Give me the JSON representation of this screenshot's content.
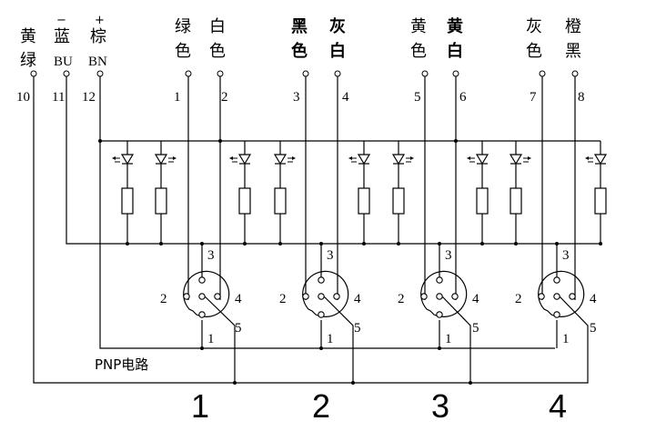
{
  "terminals": [
    {
      "sign": "",
      "line1": "黄",
      "line2": "绿",
      "num": "10",
      "bold": false
    },
    {
      "sign": "−",
      "line1": "蓝",
      "line2": "BU",
      "num": "11",
      "bold": false
    },
    {
      "sign": "+",
      "line1": "棕",
      "line2": "BN",
      "num": "12",
      "bold": false
    },
    {
      "sign": "",
      "line1": "绿",
      "line2": "色",
      "num": "1",
      "bold": false
    },
    {
      "sign": "",
      "line1": "白",
      "line2": "色",
      "num": "2",
      "bold": false
    },
    {
      "sign": "",
      "line1": "黑",
      "line2": "色",
      "num": "3",
      "bold": true
    },
    {
      "sign": "",
      "line1": "灰",
      "line2": "白",
      "num": "4",
      "bold": true
    },
    {
      "sign": "",
      "line1": "黄",
      "line2": "色",
      "num": "5",
      "bold": false
    },
    {
      "sign": "",
      "line1": "黄",
      "line2": "白",
      "num": "6",
      "bold": true
    },
    {
      "sign": "",
      "line1": "灰",
      "line2": "色",
      "num": "7",
      "bold": false
    },
    {
      "sign": "",
      "line1": "橙",
      "line2": "黑",
      "num": "8",
      "bold": false
    }
  ],
  "connectors": [
    {
      "label": "1",
      "pins": {
        "p1": "1",
        "p2": "2",
        "p3": "3",
        "p4": "4",
        "p5": "5"
      }
    },
    {
      "label": "2",
      "pins": {
        "p1": "1",
        "p2": "2",
        "p3": "3",
        "p4": "4",
        "p5": "5"
      }
    },
    {
      "label": "3",
      "pins": {
        "p1": "1",
        "p2": "2",
        "p3": "3",
        "p4": "4",
        "p5": "5"
      }
    },
    {
      "label": "4",
      "pins": {
        "p1": "1",
        "p2": "2",
        "p3": "3",
        "p4": "4",
        "p5": "5"
      }
    }
  ],
  "circuit_label": "PNP电路"
}
